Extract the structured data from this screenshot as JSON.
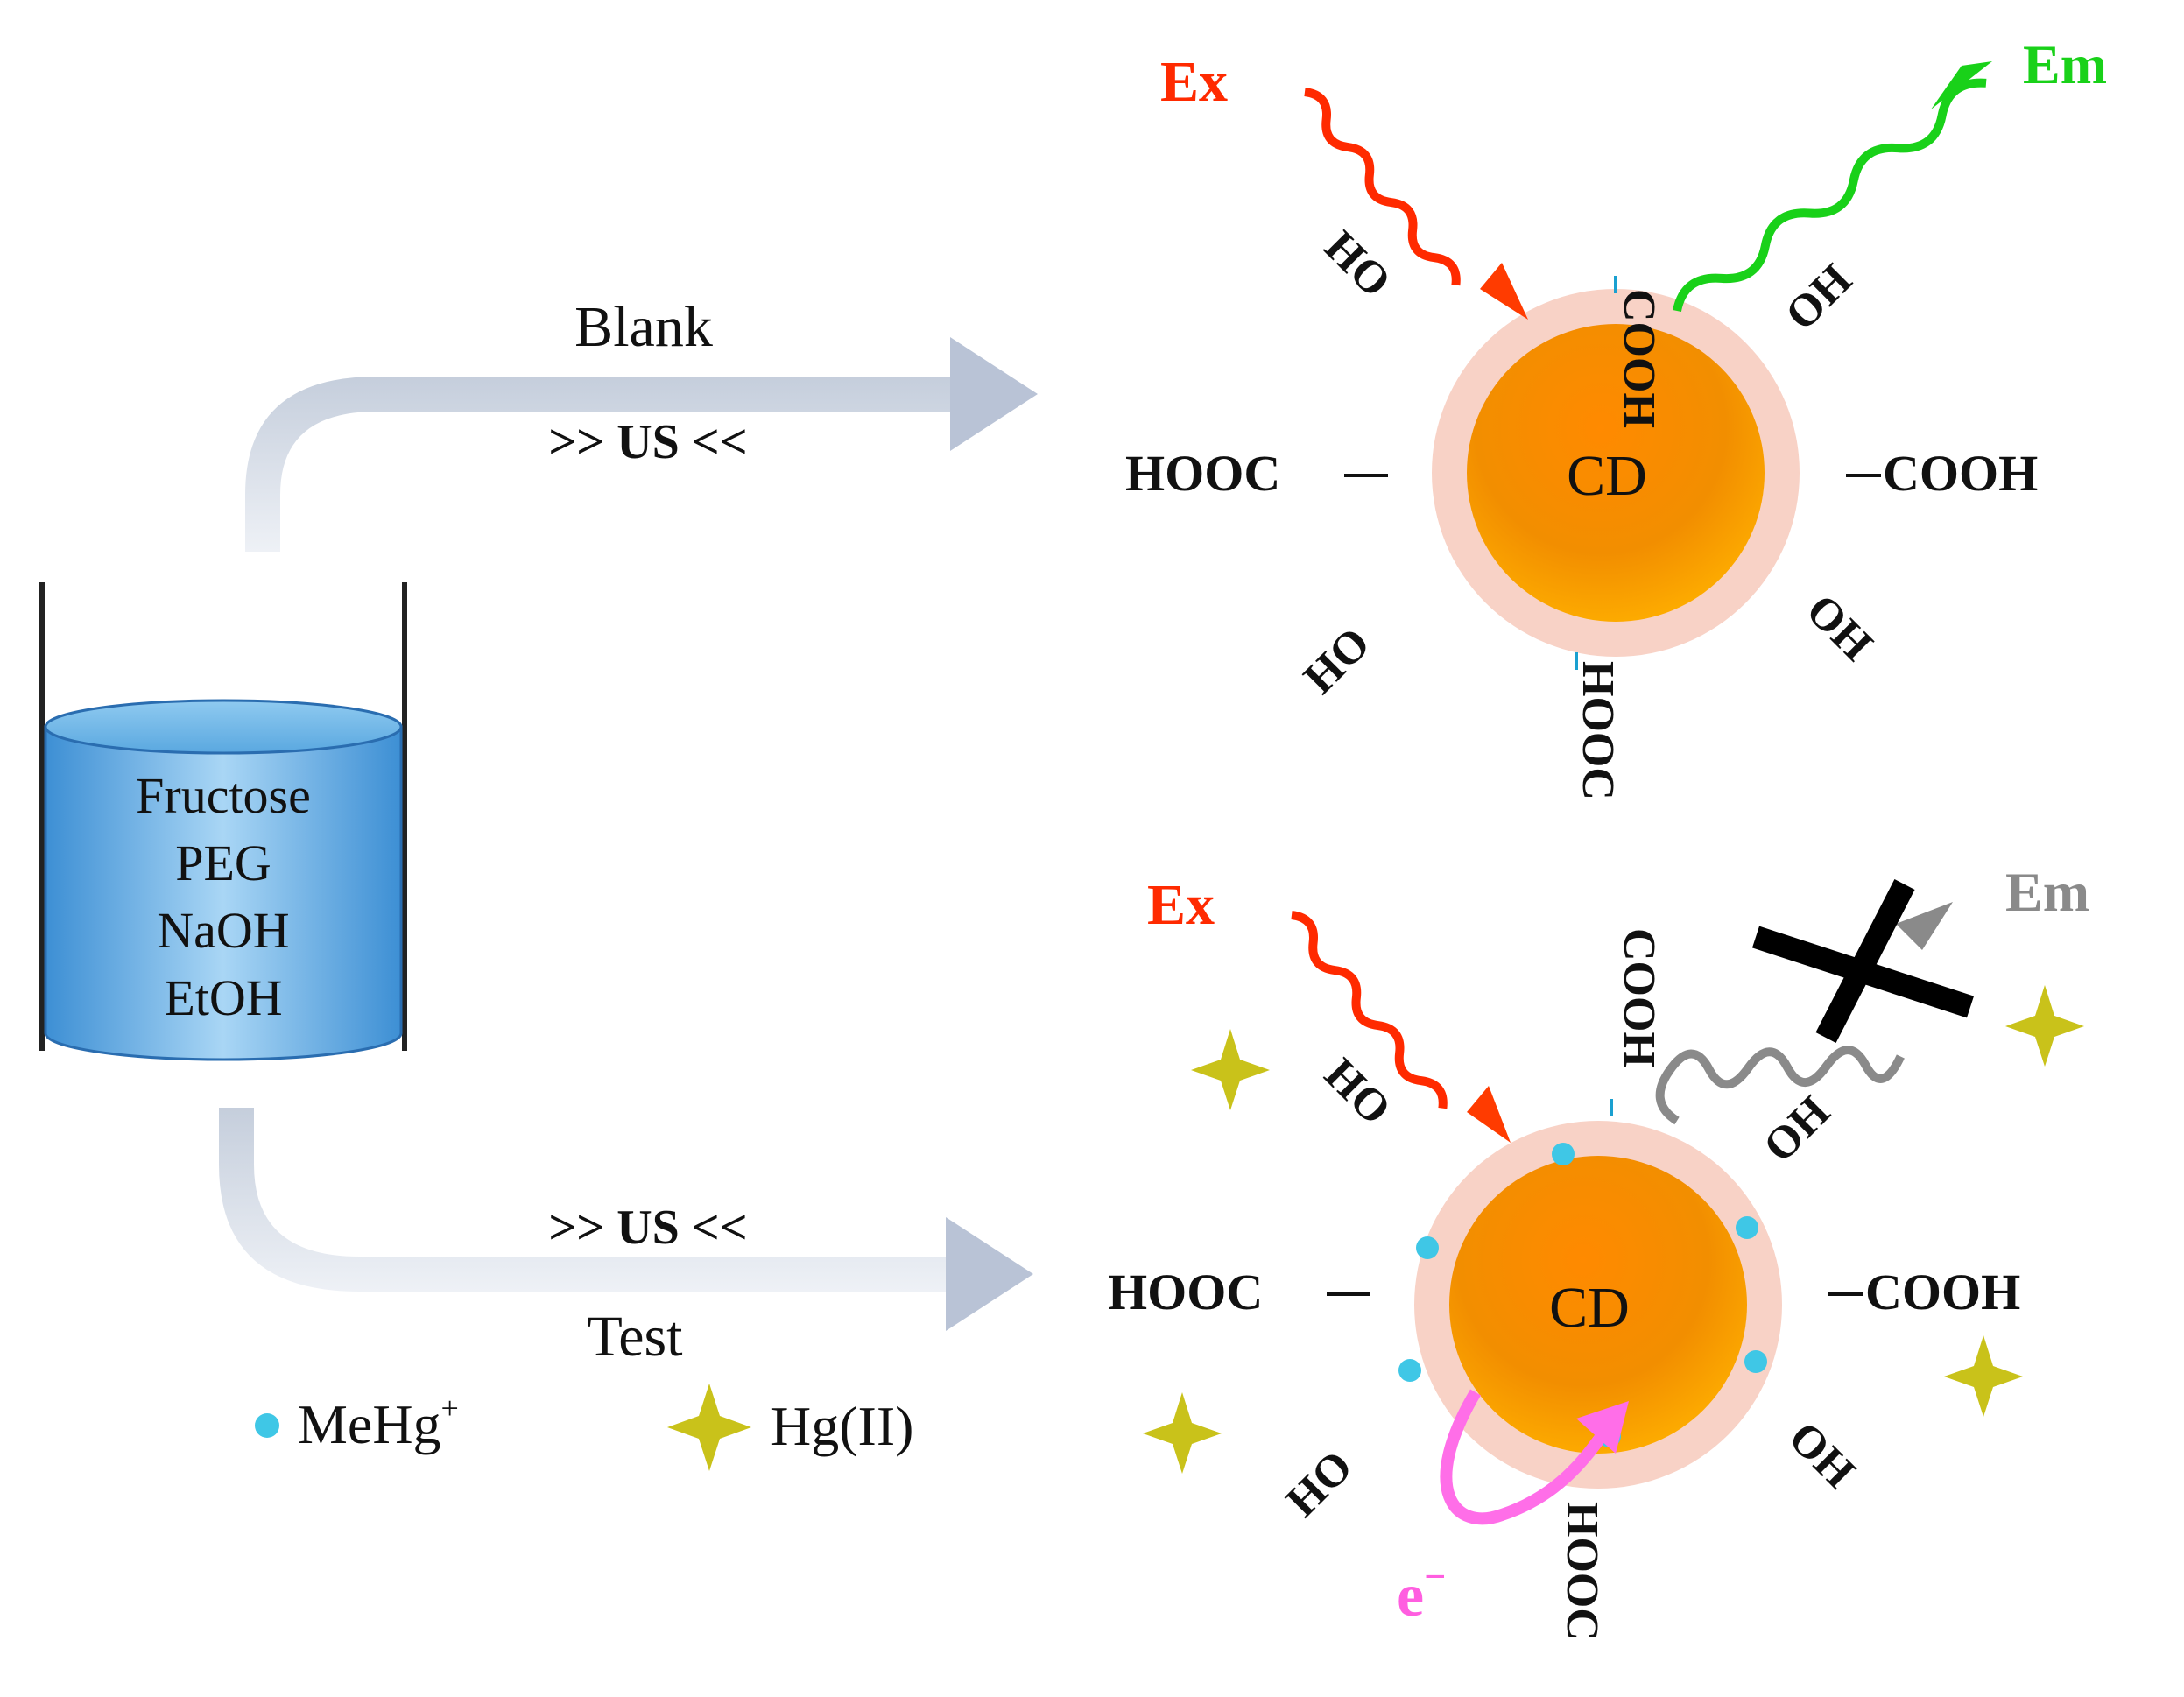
{
  "beaker": {
    "contents": [
      "Fructose",
      "PEG",
      "NaOH",
      "EtOH"
    ],
    "liquid_color": "#5aa8e0"
  },
  "paths": {
    "blank_label": "Blank",
    "test_label": "Test",
    "us_label": ">> US <<"
  },
  "legend": {
    "mehg": "MeHg",
    "mehg_sup": "+",
    "hg": "Hg(II)"
  },
  "top_cd": {
    "core_label": "CD",
    "ex_label": "Ex",
    "em_label": "Em",
    "ex_color": "#ff2a00",
    "em_color": "#19d119",
    "groups": {
      "top": "COOH",
      "bottom": "HOOC",
      "left": "HOOC",
      "right": "COOH",
      "upper_left": "HO",
      "upper_right": "OH",
      "lower_left": "HO",
      "lower_right": "OH"
    }
  },
  "bottom_cd": {
    "core_label": "CD",
    "ex_label": "Ex",
    "em_label": "Em",
    "electron_label": "e",
    "electron_sup": "−",
    "ex_color": "#ff2a00",
    "em_color": "#8a8a8a",
    "electron_color": "#ff6ee8",
    "groups": {
      "top": "COOH",
      "bottom": "HOOC",
      "left": "HOOC",
      "right": "COOH",
      "upper_left": "HO",
      "upper_right": "OH",
      "lower_left": "HO",
      "lower_right": "OH"
    }
  },
  "colors": {
    "mehg_dot": "#3fc7e6",
    "hg_star": "#c9c21a",
    "shell": "#f8d2c6",
    "core": "#f39200"
  }
}
